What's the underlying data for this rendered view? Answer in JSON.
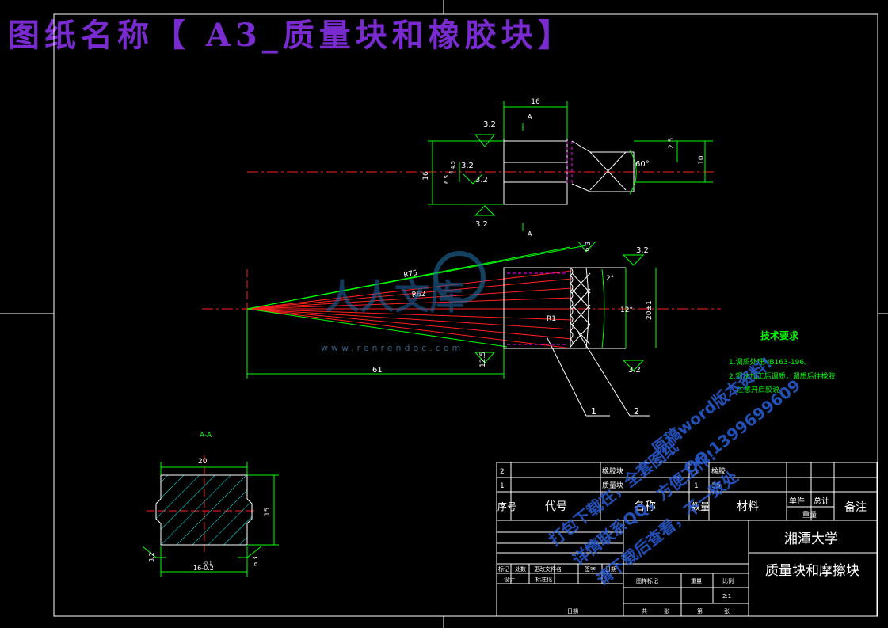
{
  "banner": {
    "title": "图纸名称【 A3_质量块和橡胶块】"
  },
  "top_view": {
    "dims": {
      "width": "16",
      "height": "16",
      "right_a": "2.5",
      "right_b": "10",
      "angle": "60°",
      "left_small_a": "6.5",
      "left_small_b": "4",
      "left_small_c": "4.5"
    },
    "section_mark": "A",
    "roughness": [
      "3.2",
      "3.2",
      "3.2",
      "3.2"
    ]
  },
  "main_view": {
    "dims": {
      "r1": "R75",
      "r2": "R62",
      "r3": "R1",
      "length": "61",
      "angle_small": "2°",
      "angle_large": "12°",
      "height": "20±1",
      "left_rough": "12.5"
    },
    "roughness": [
      "3.2",
      "3.2",
      "6.3"
    ],
    "balloons": [
      "1",
      "2"
    ]
  },
  "tech_req": {
    "title": "技术要求",
    "lines": [
      "1.调质处理HB163-196。",
      "2.钢块加工后调质，调质后往橡胶",
      "注意开启胶说"
    ]
  },
  "section_view": {
    "label": "A-A",
    "dims": {
      "width": "20",
      "height": "15",
      "bottom": "16-0.2",
      "bottom_tol": "-0.1"
    },
    "roughness": [
      "3.2",
      "6.3"
    ]
  },
  "watermark": {
    "site": "www.renrendoc.com",
    "lines": [
      "原稿word版本资料!",
      "QQ 1399699609",
      "打包下载在，全套图纸",
      "详情联系QQ，方便工作!",
      "请下载后查看，不一致处"
    ]
  },
  "title_block": {
    "rows": [
      {
        "no": "2",
        "code": "",
        "name": "橡胶块",
        "qty": "1",
        "material": "橡胶"
      },
      {
        "no": "1",
        "code": "",
        "name": "质量块",
        "qty": "1",
        "material": "35"
      }
    ],
    "headers": {
      "no": "序号",
      "code": "代号",
      "name": "名称",
      "qty": "数量",
      "material": "材料",
      "unit": "单件",
      "total": "总计",
      "weight": "重量",
      "remark": "备注"
    },
    "revision": {
      "mark": "标记",
      "count": "处数",
      "file": "更改文件名",
      "sign": "签字",
      "date": "日期"
    },
    "design": {
      "design": "设计",
      "std": "标准化"
    },
    "stage": {
      "stage": "图样标记",
      "weight": "重量",
      "scale": "比例",
      "scale_value": "2:1"
    },
    "sheet": {
      "total": "共",
      "sheet": "张",
      "no": "第",
      "no_sheet": "张",
      "date": "日期"
    },
    "school": "湘潭大学",
    "drawing_name": "质量块和摩擦块"
  }
}
